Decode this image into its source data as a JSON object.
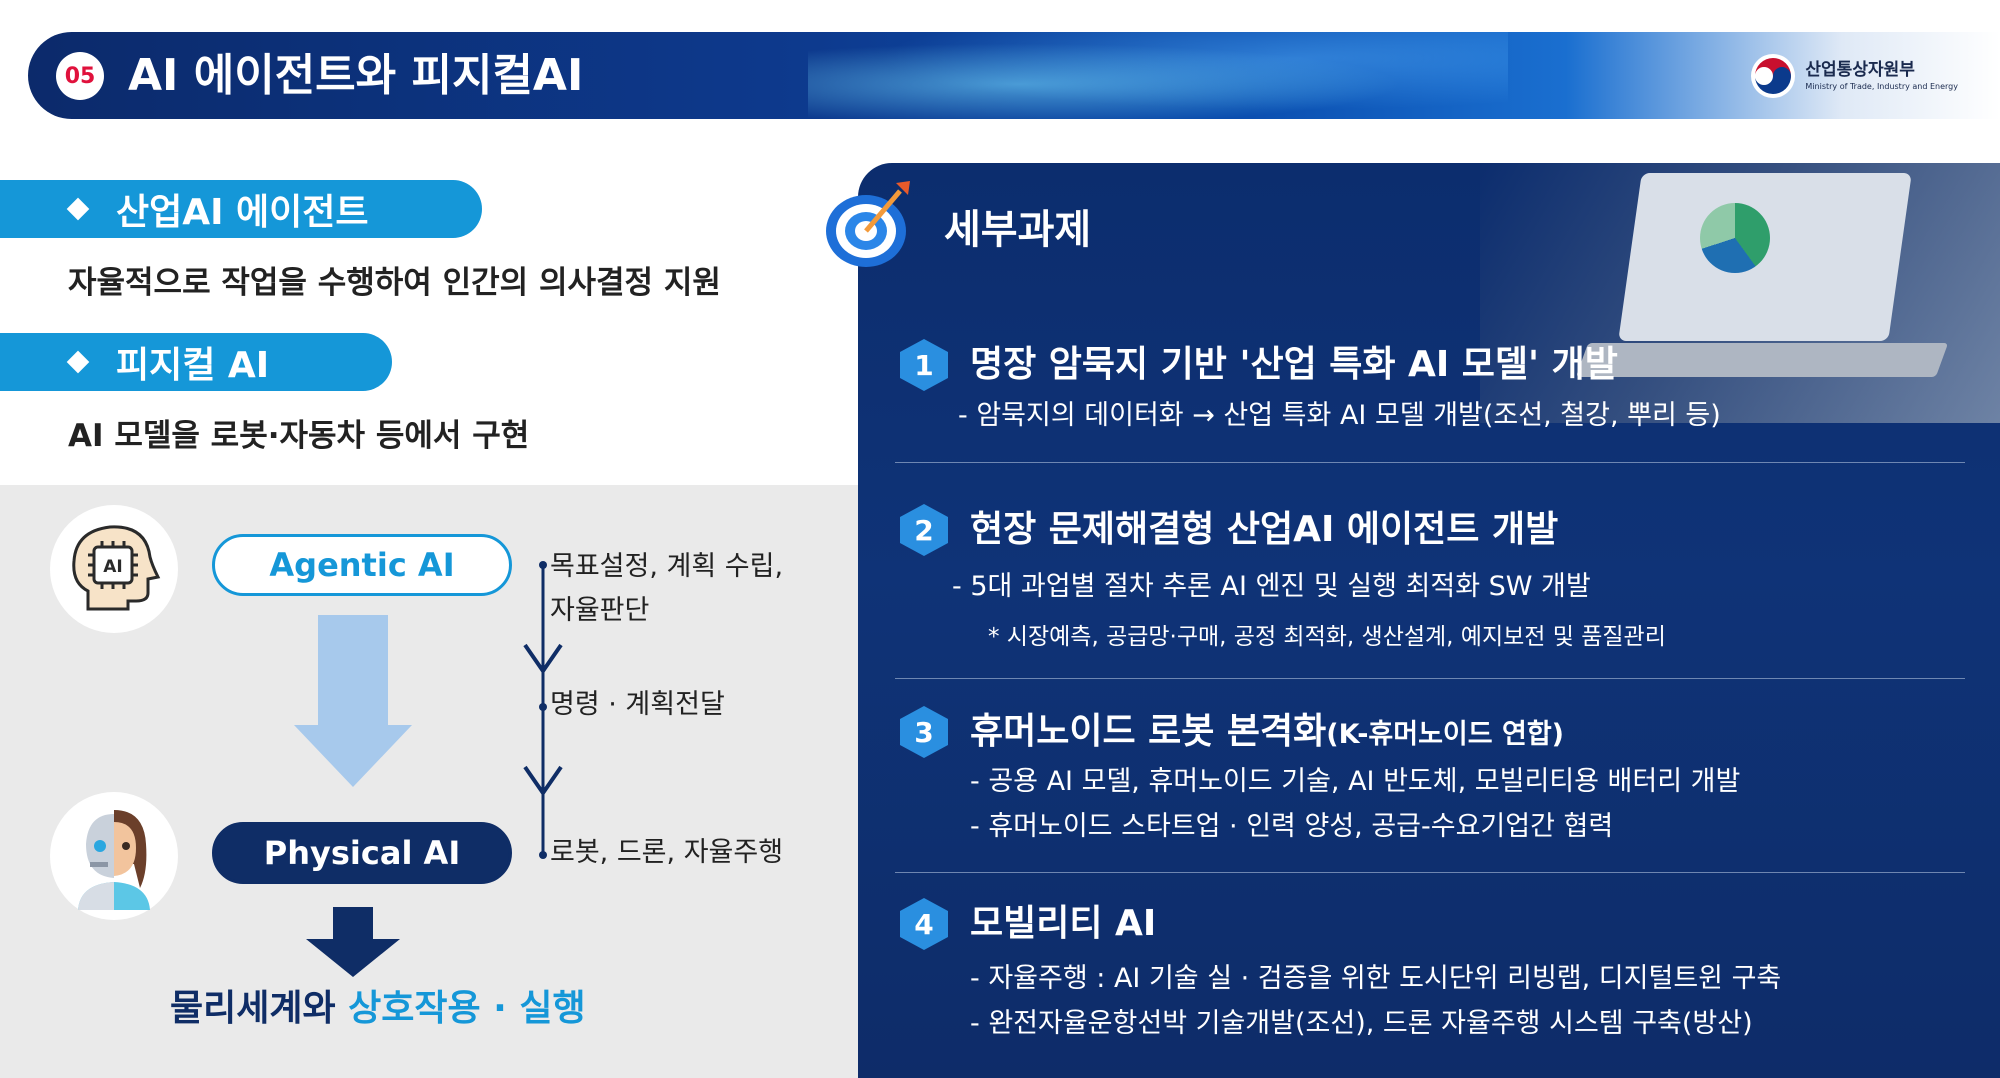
{
  "header": {
    "number": "05",
    "title": "AI 에이전트와 피지컬AI",
    "ministry_ko": "산업통상자원부",
    "ministry_en": "Ministry of Trade, Industry and Energy"
  },
  "left": {
    "sections": [
      {
        "label": "산업AI 에이전트",
        "desc": "자율적으로 작업을 수행하여 인간의 의사결정 지원"
      },
      {
        "label": "피지컬 AI",
        "desc": "AI 모델을 로봇·자동차 등에서 구현"
      }
    ],
    "diagram": {
      "chip_label": "AI",
      "agentic": "Agentic AI",
      "physical": "Physical AI",
      "steps": [
        "목표설정, 계획 수립,",
        "자율판단",
        "명령 · 계획전달",
        "로봇, 드론, 자율주행"
      ],
      "result_part1": "물리세계",
      "result_part2": "와 ",
      "result_part3": "상호작용 · 실행"
    }
  },
  "right": {
    "title": "세부과제",
    "tasks": [
      {
        "num": "1",
        "title": "명장 암묵지 기반 '산업 특화 AI 모델' 개발",
        "lines": [
          "-    암묵지의 데이터화 → 산업 특화 AI 모델 개발(조선, 철강, 뿌리 등)"
        ]
      },
      {
        "num": "2",
        "title": "현장 문제해결형 산업AI 에이전트 개발",
        "lines": [
          "- 5대 과업별 절차 추론 AI 엔진  및 실행 최적화 SW 개발"
        ],
        "note": "* 시장예측, 공급망·구매, 공정 최적화, 생산설계, 예지보전 및 품질관리"
      },
      {
        "num": "3",
        "title": "휴머노이드 로봇 본격화",
        "title_sub": "(K-휴머노이드 연합)",
        "lines": [
          "- 공용 AI 모델, 휴머노이드 기술, AI 반도체, 모빌리티용  배터리 개발",
          "- 휴머노이드 스타트업 · 인력 양성, 공급-수요기업간 협력"
        ]
      },
      {
        "num": "4",
        "title": "모빌리티 AI",
        "lines": [
          "- 자율주행 :  AI 기술 실 · 검증을 위한 도시단위 리빙랩, 디지털트윈 구축",
          "- 완전자율운항선박 기술개발(조선), 드론 자율주행 시스템 구축(방산)"
        ]
      }
    ]
  },
  "colors": {
    "navy": "#0f2d66",
    "accent_blue": "#1597d8",
    "badge_red": "#e0113c",
    "panel_bg": "#0f3377"
  }
}
